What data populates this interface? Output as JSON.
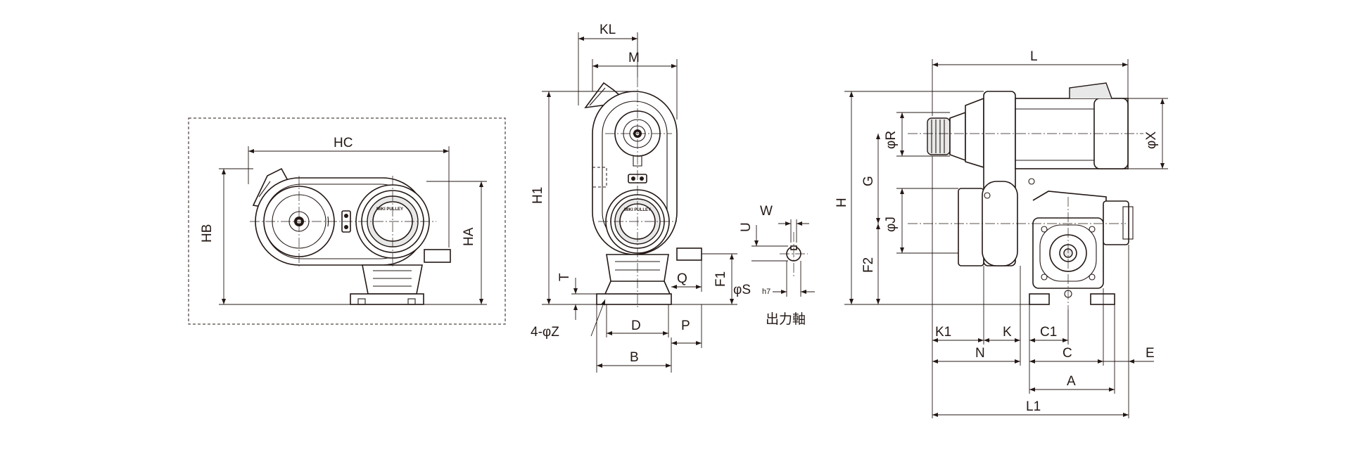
{
  "front_view": {
    "labels": {
      "hc": "HC",
      "hb": "HB",
      "ha": "HA"
    },
    "brand": "MIKI PULLEY"
  },
  "side_view": {
    "labels": {
      "kl": "KL",
      "m": "M",
      "h1": "H1",
      "t": "T",
      "q": "Q",
      "f1": "F1",
      "d": "D",
      "p": "P",
      "b": "B",
      "z": "4-φZ",
      "w": "W",
      "u": "U",
      "s": "φS",
      "s_tol": "h7",
      "output_shaft": "出力軸"
    },
    "brand": "MIKI PULLEY"
  },
  "end_view": {
    "labels": {
      "l": "L",
      "r": "φR",
      "x": "φX",
      "h": "H",
      "g": "G",
      "j": "φJ",
      "f2": "F2",
      "k1": "K1",
      "k": "K",
      "c1": "C1",
      "n": "N",
      "c": "C",
      "e": "E",
      "a": "A",
      "l1": "L1"
    }
  },
  "colors": {
    "line": "#231815",
    "background": "#ffffff"
  }
}
